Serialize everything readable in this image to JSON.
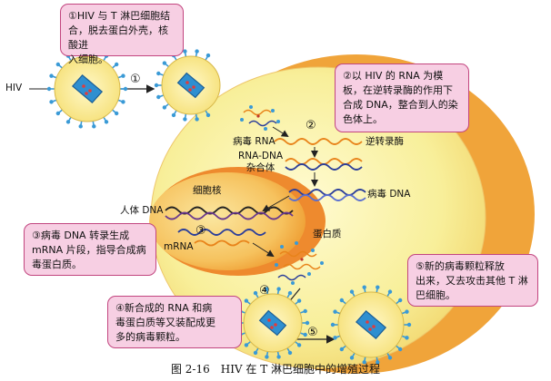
{
  "callouts": {
    "c1": "①HIV 与 T 淋巴细胞结\n合，脱去蛋白外壳，核酸进\n入细胞。",
    "c2": "②以 HIV 的 RNA 为模\n板，在逆转录酶的作用下\n合成 DNA，整合到人的染\n色体上。",
    "c3": "③病毒 DNA 转录生成\nmRNA 片段，指导合成病\n毒蛋白质。",
    "c4": "④新合成的 RNA 和病\n毒蛋白质等又装配成更\n多的病毒颗粒。",
    "c5": "⑤新的病毒颗粒释放\n出来，又去攻击其他 T 淋\n巴细胞。"
  },
  "labels": {
    "hiv": "HIV",
    "viral_rna": "病毒 RNA",
    "rt_enzyme": "逆转录酶",
    "hybrid": "RNA-DNA\n杂合体",
    "viral_dna": "病毒 DNA",
    "nucleus": "细胞核",
    "human_dna": "人体 DNA",
    "mrna": "mRNA",
    "protein": "蛋白质"
  },
  "steps": {
    "s1": "①",
    "s2": "②",
    "s3": "③",
    "s4": "④",
    "s5": "⑤"
  },
  "caption": "图 2-16　HIV 在 T 淋巴细胞中的增殖过程",
  "colors": {
    "cell_fill": "#f8ef9a",
    "cell_edge": "#f0a43a",
    "nucleus_fill": "#f3b552",
    "callout_bg": "#f7cfe3",
    "callout_border": "#c2457f",
    "rna_strand": "#e8831a",
    "dna_strand": "#2b3e9a",
    "virus_core": "#2f8fd0",
    "virus_spike": "#3a9ad6"
  }
}
